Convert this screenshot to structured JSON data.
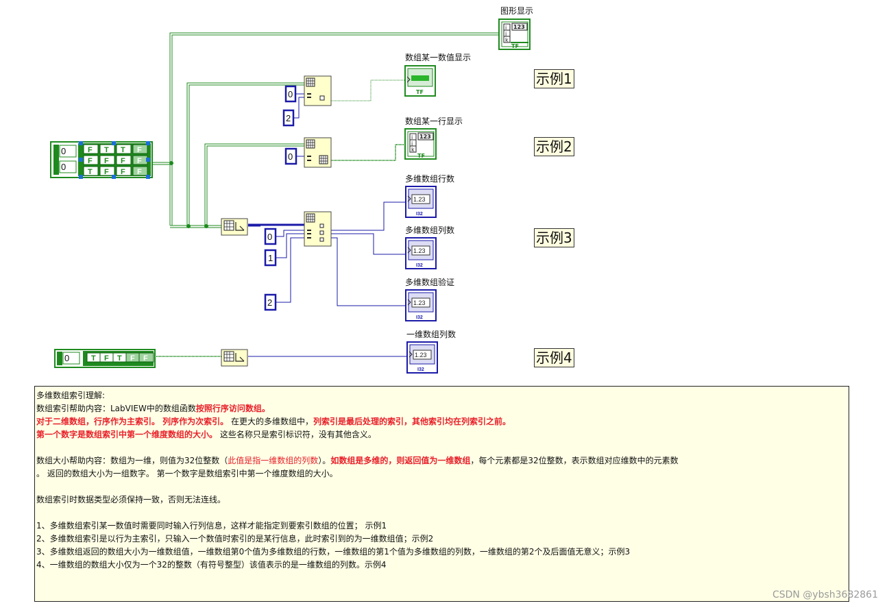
{
  "indicators": {
    "graph": "图形显示",
    "element": "数组某一数值显示",
    "row": "数组某一行显示",
    "md_rows": "多维数组行数",
    "md_cols": "多维数组列数",
    "md_check": "多维数组验证",
    "one_d_cols": "一维数组列数"
  },
  "examples": [
    "示例1",
    "示例2",
    "示例3",
    "示例4"
  ],
  "constants": {
    "ex1_row": "0",
    "ex1_col": "2",
    "ex2_row": "0",
    "ex3_idx0": "0",
    "ex3_idx1": "1",
    "ex3_idx2": "2",
    "arr2d_i0": "0",
    "arr2d_i1": "0",
    "arr1d_i0": "0"
  },
  "bool_label_true": "T",
  "bool_label_false": "F",
  "numeric_glyph": "1.23",
  "numeric_type": "I32",
  "notes": {
    "title": "多维数组索引理解:",
    "l1_a": "数组索引帮助内容：LabVIEW中的数组函数",
    "l1_b": "按照行序访问数组。",
    "l2_a": "对于二维数组，行序作为主索引。 列序作为次索引。",
    "l2_b": " 在更大的多维数组中，",
    "l2_c": "列索引是最后处理的索引，其他索引均在列索引之前。",
    "l3_a": "第一个数字是数组索引中第一个维度数组的大小。",
    "l3_b": " 这些名称只是索引标识符，没有其他含义。",
    "l4_a": "数组大小帮助内容：数组为一维，则值为32位整数（",
    "l4_b": "此值是指一维数组的列数",
    "l4_c": "）。",
    "l4_d": "如数组是多维的，则返回值为一维数组",
    "l4_e": "，每个元素都是32位整数，表示数组对应维数中的元素数",
    "l5": "。 返回的数组大小为一组数字。 第一个数字是数组索引中第一个维度数组的大小。",
    "l6": "数组索引时数据类型必须保持一致，否则无法连线。",
    "item1": "1、多维数组索引某一数值时需要同时输入行列信息，这样才能指定到要索引数组的位置； 示例1",
    "item2": "2、多维数组索引是以行为主索引，只输入一个数值时索引的是某行信息，此时索引到的为一维数组值；示例2",
    "item3": "3、多维数组返回的数组大小为一维数组值，一维数组第0个值为多维数组的行数，一维数组的第1个值为多维数组的列数，一维数组的第2个及后面值无意义；示例3",
    "item4": "4、一维数组的数组大小仅为一个32的整数（有符号整型）该值表示的是一维数组的列数。示例4"
  },
  "watermark": "CSDN @ybsh3682861",
  "colors": {
    "bool_wire": "#1e8a1e",
    "int_wire": "#1a1aa8",
    "node_fill": "#ffffcc",
    "note_bg": "#ffffe6"
  }
}
